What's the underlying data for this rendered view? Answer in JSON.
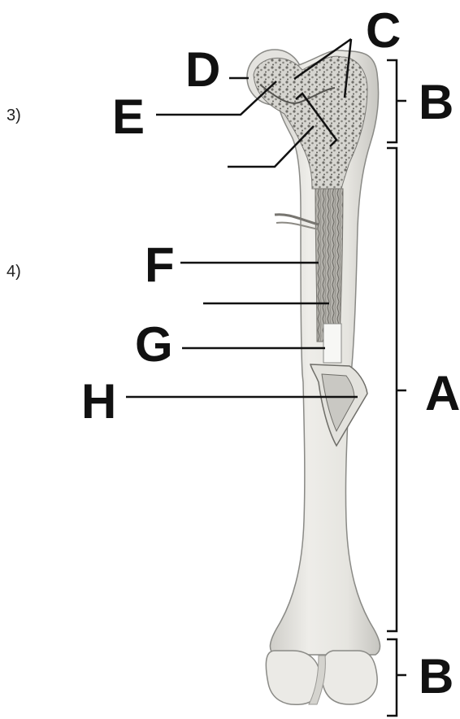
{
  "question_numbers": [
    "3)",
    "4)"
  ],
  "labels": {
    "A": "A",
    "B_top": "B",
    "B_bottom": "B",
    "C": "C",
    "D": "D",
    "E": "E",
    "F": "F",
    "G": "G",
    "H": "H"
  },
  "colors": {
    "bone_fill": "#e9e8e4",
    "bone_edge": "#8a8a86",
    "spongy_bone": "#b9b8b3",
    "marrow": "#9c9a94",
    "vessel": "#777570",
    "line": "#111111"
  }
}
